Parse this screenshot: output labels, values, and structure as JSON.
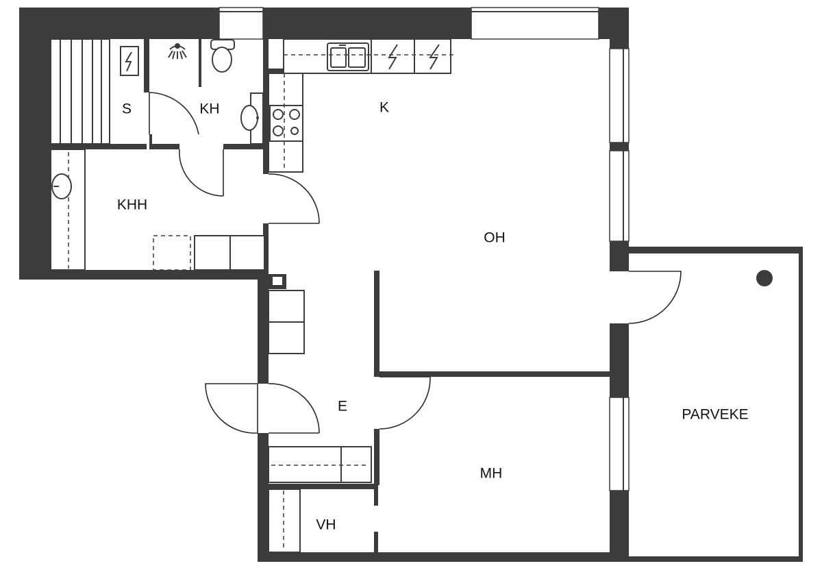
{
  "rooms": {
    "sauna": "S",
    "washroom": "KH",
    "kitchen": "K",
    "utility": "KHH",
    "living": "OH",
    "entrance": "E",
    "bedroom": "MH",
    "wardrobe": "VH",
    "balcony": "PARVEKE"
  },
  "colors": {
    "wall": "#3c3c3c",
    "background": "#ffffff"
  }
}
